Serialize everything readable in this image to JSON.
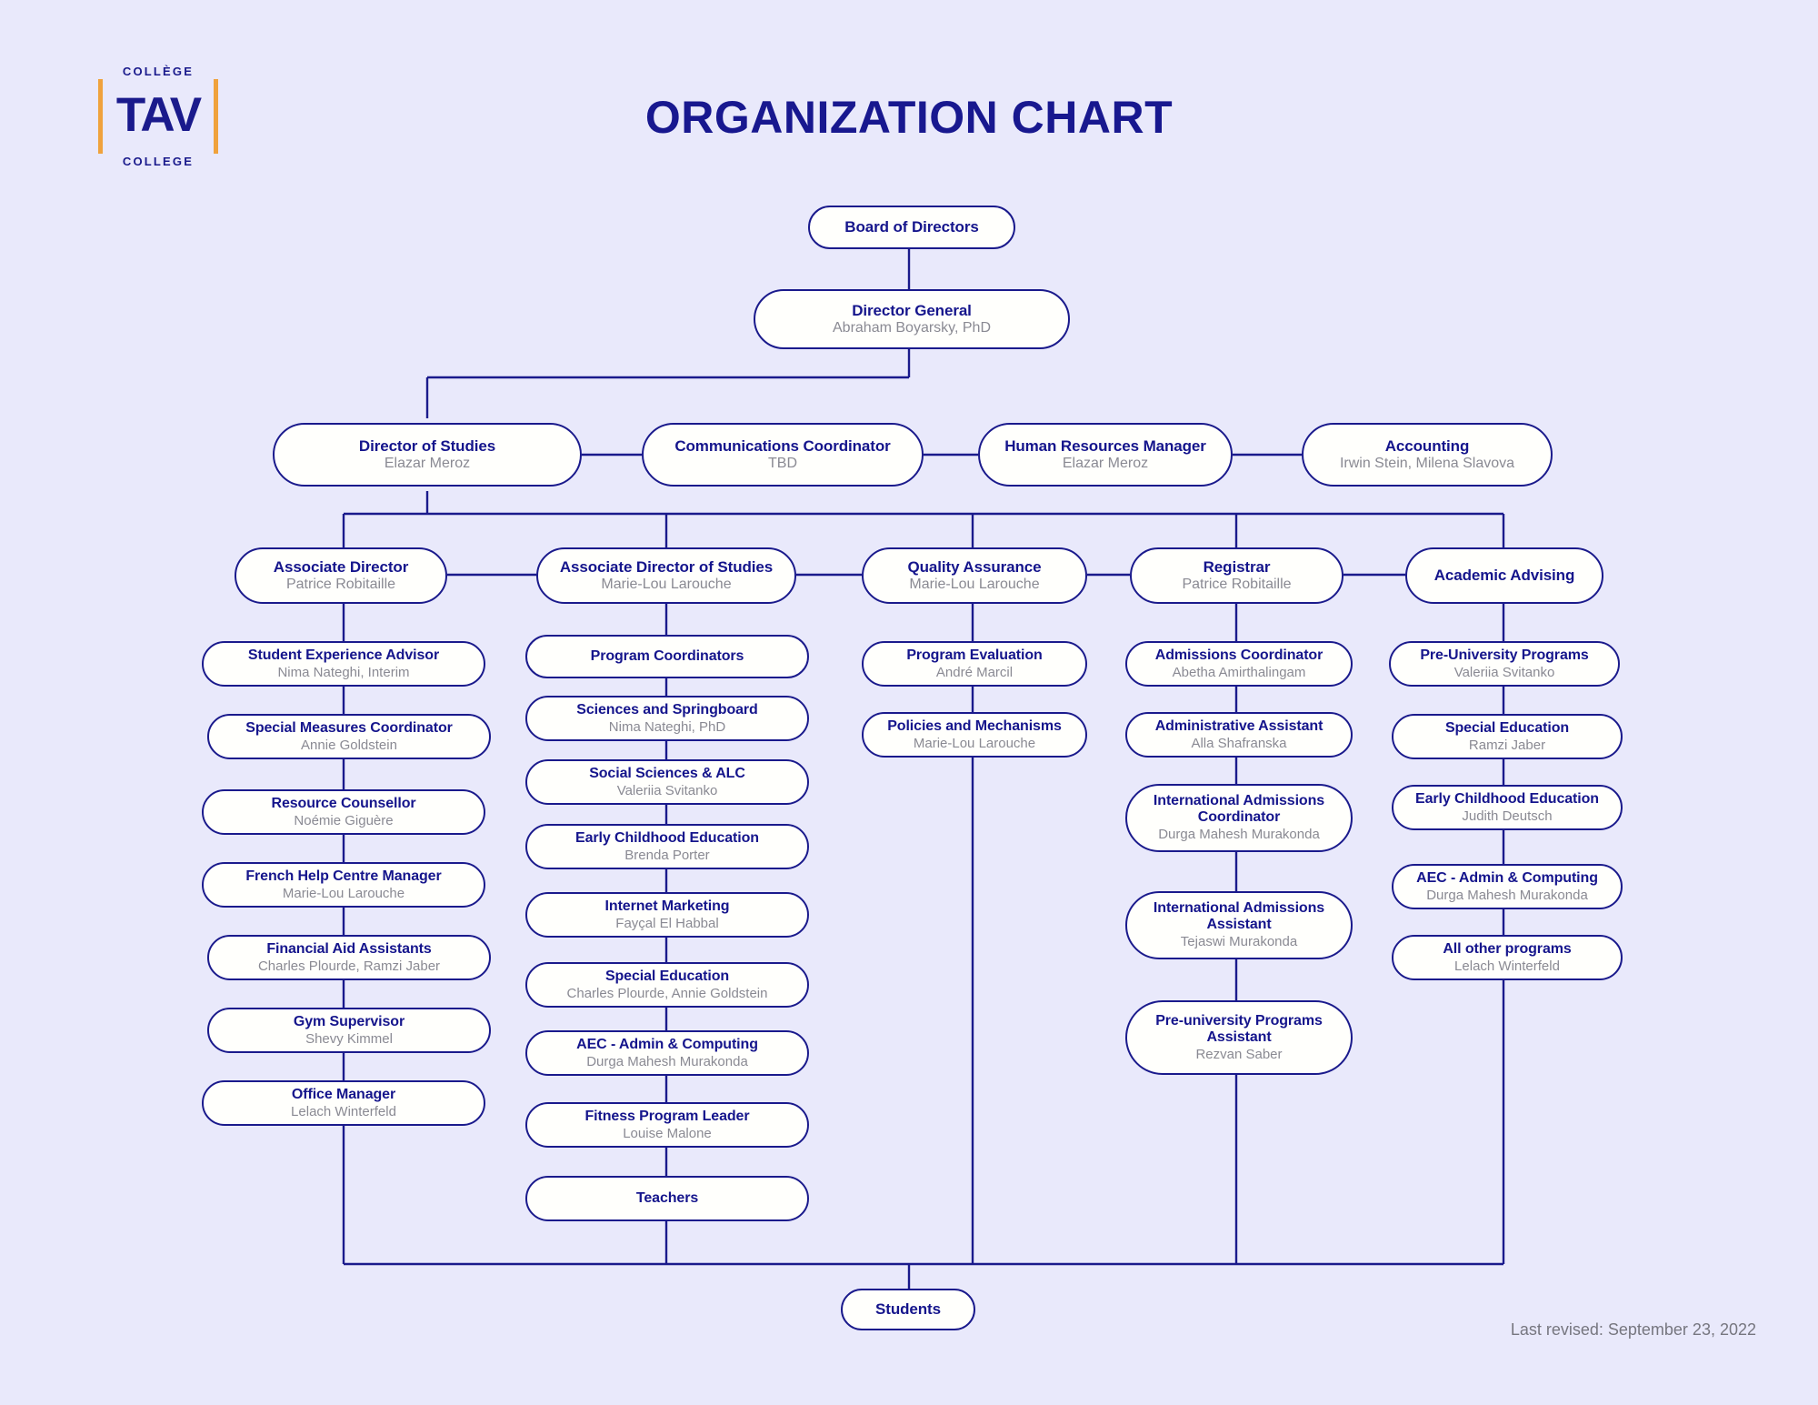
{
  "meta": {
    "title": "ORGANIZATION CHART",
    "revised": "Last revised: September 23, 2022",
    "colors": {
      "background": "#e9e9fb",
      "navy": "#1a1a8c",
      "orange": "#f0a23c",
      "subtitle_gray": "#8a8a93",
      "node_fill": "#fffffc"
    }
  },
  "logo": {
    "top_word": "COLLÈGE",
    "main_word": "TAV",
    "bottom_word": "COLLEGE"
  },
  "nodes": {
    "board": {
      "title": "Board of Directors",
      "subtitle": ""
    },
    "director_general": {
      "title": "Director General",
      "subtitle": "Abraham Boyarsky, PhD"
    },
    "director_of_studies": {
      "title": "Director of Studies",
      "subtitle": "Elazar Meroz"
    },
    "communications_coordinator": {
      "title": "Communications Coordinator",
      "subtitle": "TBD"
    },
    "hr_manager": {
      "title": "Human Resources Manager",
      "subtitle": "Elazar Meroz"
    },
    "accounting": {
      "title": "Accounting",
      "subtitle": "Irwin Stein, Milena Slavova"
    },
    "associate_director": {
      "title": "Associate Director",
      "subtitle": "Patrice Robitaille"
    },
    "associate_director_studies": {
      "title": "Associate Director of Studies",
      "subtitle": "Marie-Lou Larouche"
    },
    "quality_assurance": {
      "title": "Quality Assurance",
      "subtitle": "Marie-Lou Larouche"
    },
    "registrar": {
      "title": "Registrar",
      "subtitle": "Patrice Robitaille"
    },
    "academic_advising": {
      "title": "Academic Advising",
      "subtitle": ""
    },
    "col1": [
      {
        "title": "Student Experience Advisor",
        "subtitle": "Nima Nateghi, Interim"
      },
      {
        "title": "Special Measures Coordinator",
        "subtitle": "Annie Goldstein"
      },
      {
        "title": "Resource Counsellor",
        "subtitle": "Noémie Giguère"
      },
      {
        "title": "French Help Centre Manager",
        "subtitle": "Marie-Lou Larouche"
      },
      {
        "title": "Financial Aid Assistants",
        "subtitle": "Charles Plourde, Ramzi Jaber"
      },
      {
        "title": "Gym Supervisor",
        "subtitle": "Shevy Kimmel"
      },
      {
        "title": "Office Manager",
        "subtitle": "Lelach Winterfeld"
      }
    ],
    "col2": [
      {
        "title": "Program Coordinators",
        "subtitle": ""
      },
      {
        "title": "Sciences and Springboard",
        "subtitle": "Nima Nateghi, PhD"
      },
      {
        "title": "Social Sciences & ALC",
        "subtitle": "Valeriia Svitanko"
      },
      {
        "title": "Early Childhood Education",
        "subtitle": "Brenda Porter"
      },
      {
        "title": "Internet Marketing",
        "subtitle": "Fayçal El Habbal"
      },
      {
        "title": "Special Education",
        "subtitle": "Charles Plourde, Annie Goldstein"
      },
      {
        "title": "AEC - Admin & Computing",
        "subtitle": "Durga Mahesh Murakonda"
      },
      {
        "title": "Fitness Program Leader",
        "subtitle": "Louise Malone"
      },
      {
        "title": "Teachers",
        "subtitle": ""
      }
    ],
    "col3": [
      {
        "title": "Program Evaluation",
        "subtitle": "André Marcil"
      },
      {
        "title": "Policies and Mechanisms",
        "subtitle": "Marie-Lou Larouche"
      }
    ],
    "col4": [
      {
        "title": "Admissions Coordinator",
        "subtitle": "Abetha Amirthalingam"
      },
      {
        "title": "Administrative Assistant",
        "subtitle": "Alla Shafranska"
      },
      {
        "title": "International Admissions Coordinator",
        "subtitle": "Durga Mahesh Murakonda"
      },
      {
        "title": "International Admissions Assistant",
        "subtitle": "Tejaswi Murakonda"
      },
      {
        "title": "Pre-university Programs Assistant",
        "subtitle": "Rezvan Saber"
      }
    ],
    "col5": [
      {
        "title": "Pre-University Programs",
        "subtitle": "Valeriia Svitanko"
      },
      {
        "title": "Special Education",
        "subtitle": "Ramzi Jaber"
      },
      {
        "title": "Early Childhood Education",
        "subtitle": "Judith Deutsch"
      },
      {
        "title": "AEC - Admin & Computing",
        "subtitle": "Durga Mahesh Murakonda"
      },
      {
        "title": "All other programs",
        "subtitle": "Lelach Winterfeld"
      }
    ],
    "students": {
      "title": "Students",
      "subtitle": ""
    }
  }
}
